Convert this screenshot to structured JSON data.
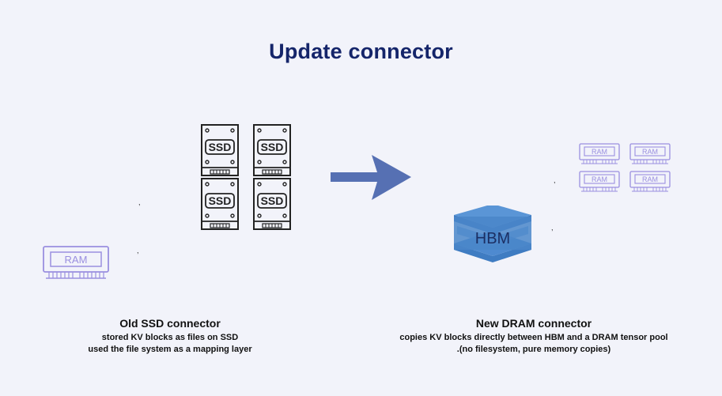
{
  "title": "Update connector",
  "left": {
    "heading": "Old SSD connector",
    "lines": [
      "stored KV blocks as files on SSD",
      "used the file system as a mapping layer"
    ],
    "ssd_label": "SSD",
    "ram_label": "RAM"
  },
  "right": {
    "heading": "New DRAM connector",
    "lines": [
      "copies KV blocks directly between HBM and a DRAM tensor pool",
      ".(no filesystem, pure memory copies)"
    ],
    "hbm_label": "HBM",
    "ram_label": "RAM"
  },
  "colors": {
    "title": "#15256a",
    "arrow": "#5670b3",
    "hbm": "#4a86c9",
    "ram": "#9a8fe0",
    "background": "#f2f3fa"
  }
}
